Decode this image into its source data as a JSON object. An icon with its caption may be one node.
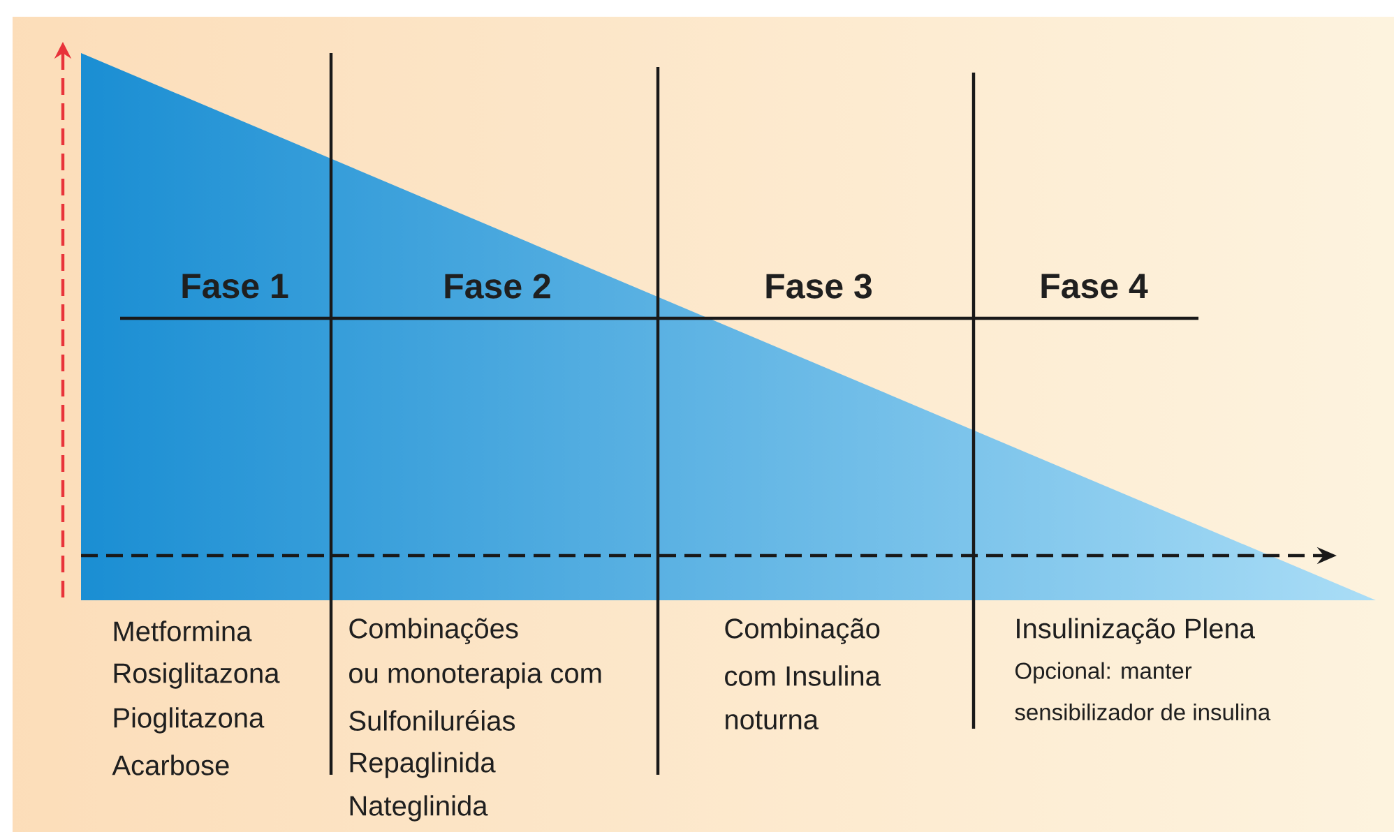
{
  "diagram": {
    "labels": [
      "Fase 1",
      "Fase 2",
      "Fase 3",
      "Fase 4",
      "Metformina",
      "Rosiglitazona",
      "Pioglitazona",
      "Acarbose",
      "Combinações",
      "ou monoterapia com",
      "Sulfoniluréias",
      "Repaglinida",
      "Nateglinida",
      "Combinação",
      "com Insulina",
      "noturna",
      "Insulinização Plena",
      "Opcional: manter",
      "sensibilizador de insulina"
    ]
  }
}
